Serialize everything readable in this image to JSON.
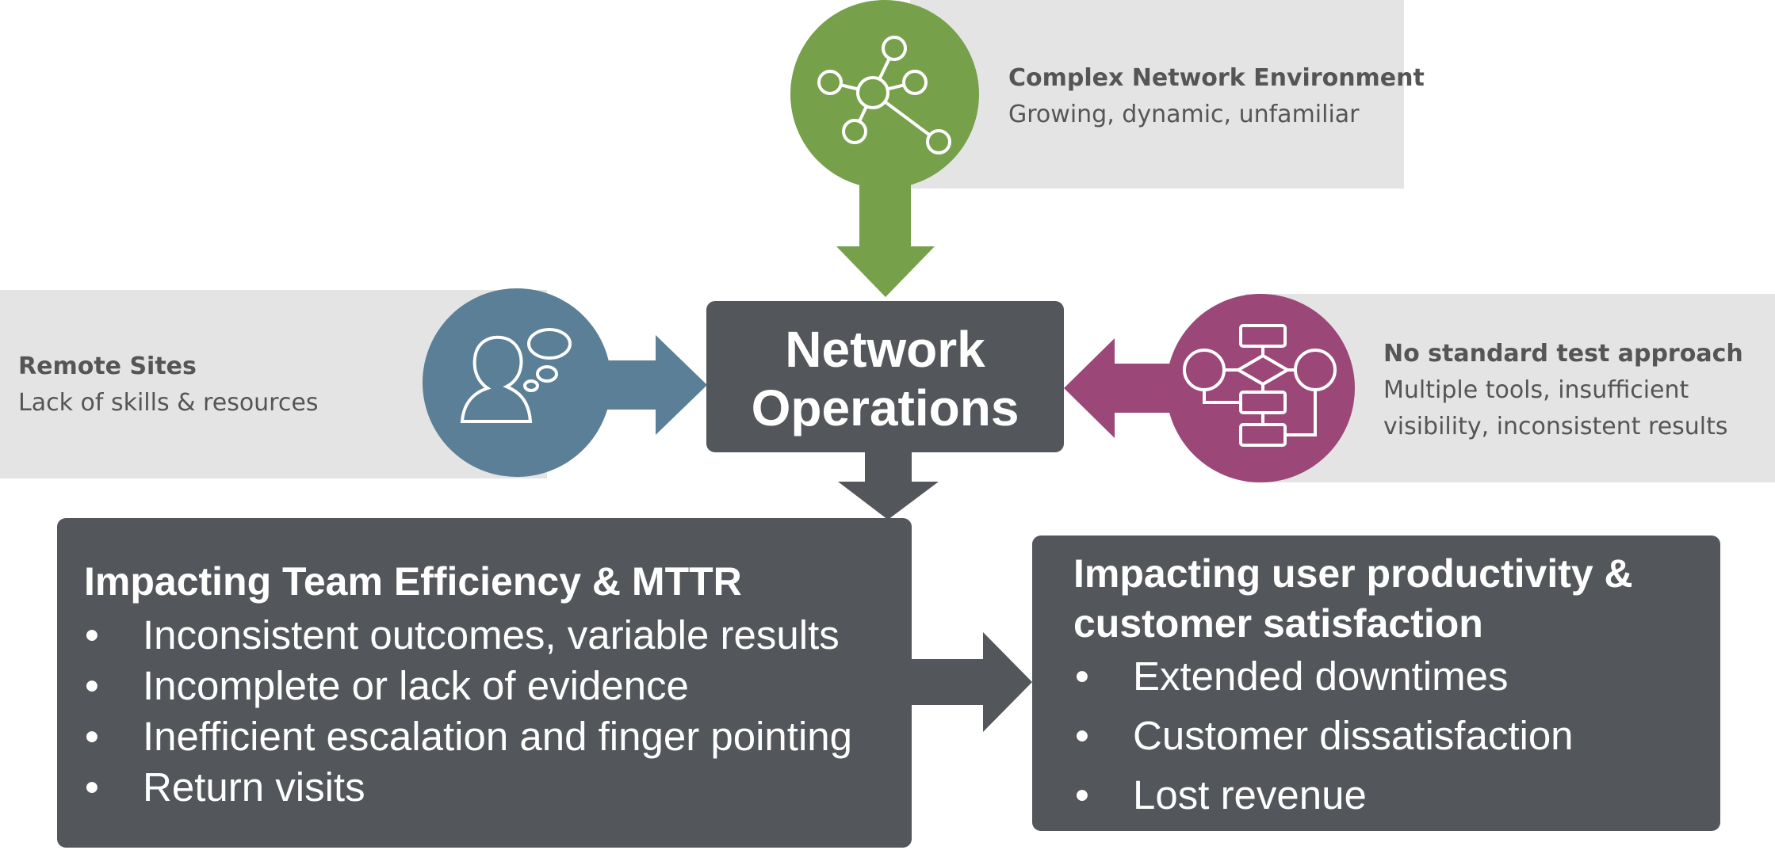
{
  "top_input": {
    "icon": "network-topology-icon",
    "title": "Complex Network Environment",
    "subtitle": "Growing, dynamic, unfamiliar",
    "color": "#77a04b"
  },
  "left_input": {
    "icon": "person-thinking-icon",
    "title": "Remote Sites",
    "subtitle": "Lack of skills & resources",
    "color": "#5a7f96"
  },
  "right_input": {
    "icon": "flowchart-icon",
    "title": "No standard test approach",
    "subtitle_lines": [
      "Multiple tools, insufficient",
      "visibility, inconsistent results"
    ],
    "color": "#9b4777"
  },
  "center": {
    "line1": "Network",
    "line2": "Operations"
  },
  "impact_team": {
    "title": "Impacting Team Efficiency & MTTR",
    "items": [
      "Inconsistent outcomes, variable results",
      "Incomplete or lack of evidence",
      "Inefficient escalation and finger pointing",
      "Return visits"
    ]
  },
  "impact_user": {
    "title_lines": [
      "Impacting user productivity &",
      "customer satisfaction"
    ],
    "items": [
      "Extended downtimes",
      "Customer dissatisfaction",
      "Lost revenue"
    ]
  },
  "colors": {
    "panel": "#e4e4e4",
    "dark_box": "#53565a",
    "green": "#77a04b",
    "blue": "#5a7f96",
    "purple": "#9b4777"
  }
}
